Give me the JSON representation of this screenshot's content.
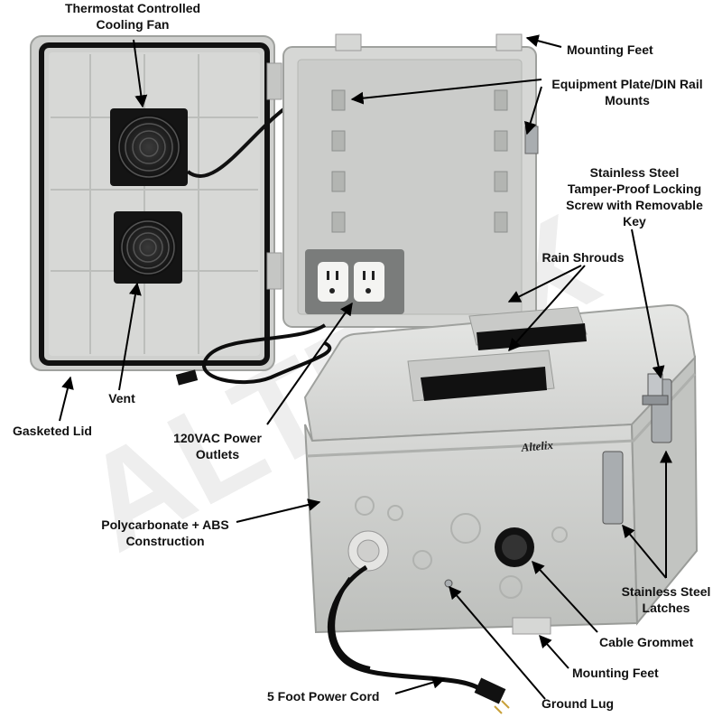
{
  "callouts": {
    "thermostat_fan": "Thermostat Controlled\nCooling Fan",
    "mounting_feet_top": "Mounting Feet",
    "equipment_plate": "Equipment Plate/DIN Rail\nMounts",
    "locking_screw": "Stainless Steel\nTamper-Proof Locking\nScrew with Removable\nKey",
    "rain_shrouds": "Rain Shrouds",
    "vent": "Vent",
    "gasketed_lid": "Gasketed Lid",
    "power_outlets": "120VAC Power\nOutlets",
    "construction": "Polycarbonate + ABS\nConstruction",
    "latches": "Stainless Steel\nLatches",
    "cable_grommet": "Cable Grommet",
    "mounting_feet_bottom": "Mounting Feet",
    "power_cord": "5 Foot Power Cord",
    "ground_lug": "Ground Lug"
  },
  "branding": {
    "logo_text": "Altelix",
    "watermark_text": "ALTELIX"
  },
  "colors": {
    "background": "#ffffff",
    "enclosure_gray": "#d9dad8",
    "enclosure_shadow": "#b9bbb8",
    "gasket_black": "#111111",
    "fan_black": "#1b1b1b",
    "cord_black": "#0d0d0d",
    "outlet_white": "#f4f4f2",
    "steel": "#a9adb0",
    "arrow": "#000000"
  }
}
